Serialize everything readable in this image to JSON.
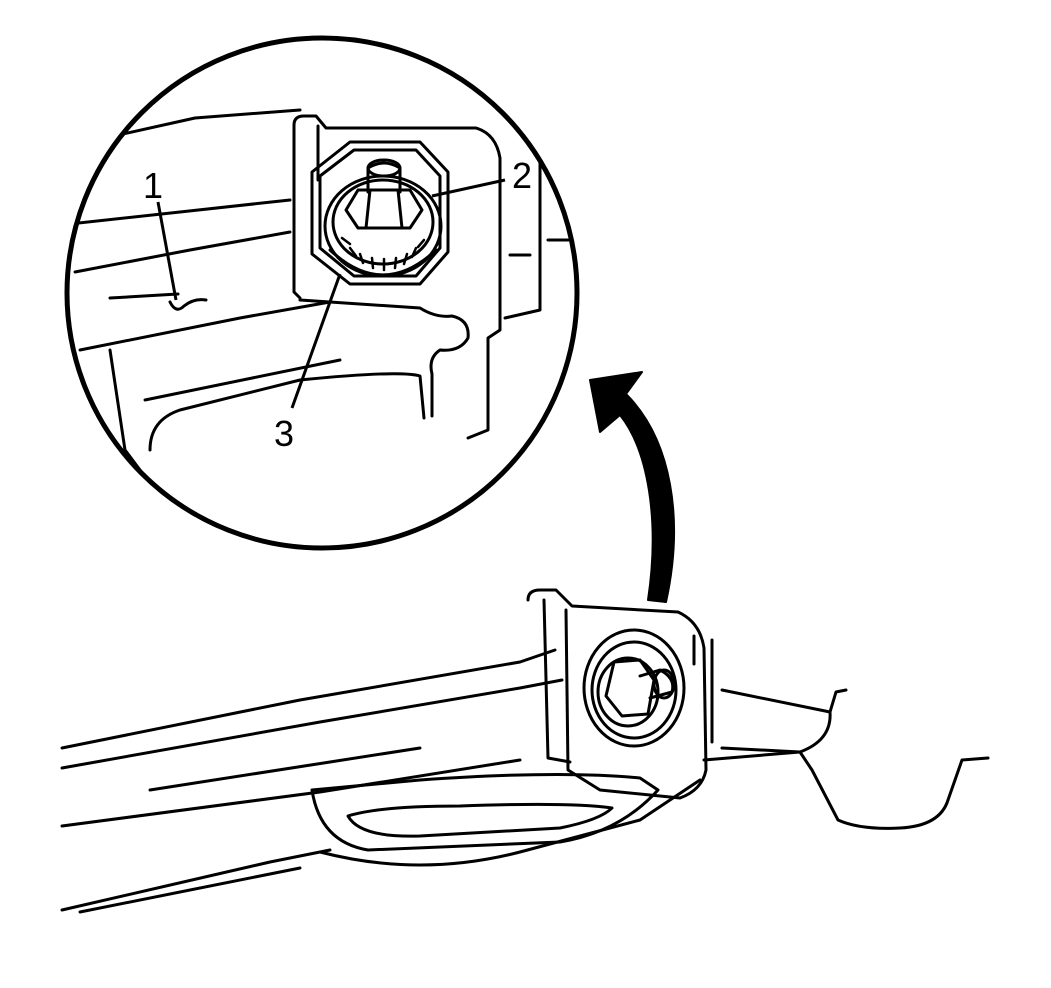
{
  "diagram": {
    "callouts": [
      {
        "id": "1",
        "label": "1"
      },
      {
        "id": "2",
        "label": "2"
      },
      {
        "id": "3",
        "label": "3"
      }
    ],
    "colors": {
      "line": "#000000",
      "background": "#ffffff"
    },
    "icons": {
      "arrow": "curved-arrow-icon"
    }
  }
}
